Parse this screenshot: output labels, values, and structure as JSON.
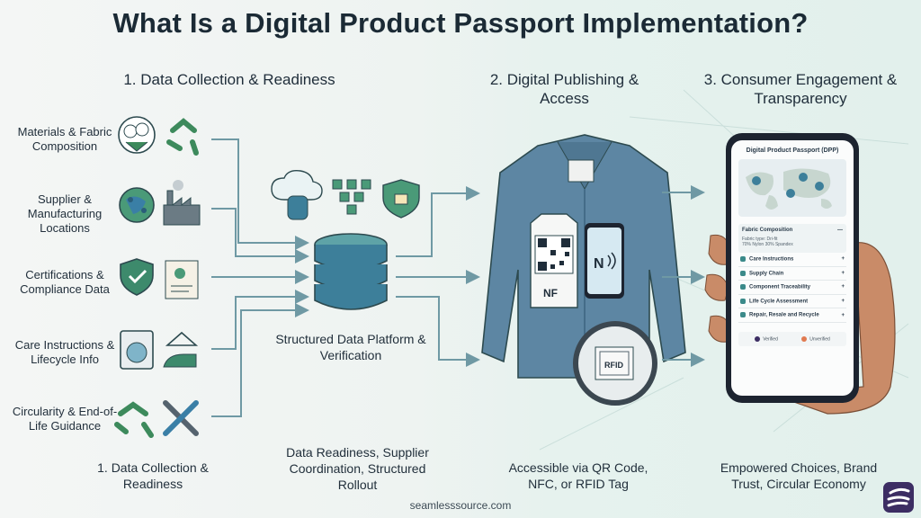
{
  "title": "What Is a Digital Product Passport Implementation?",
  "stage1": {
    "heading": "1. Data Collection & Readiness",
    "inputs": [
      {
        "label": "Materials & Fabric Composition",
        "icon1": "cotton-icon",
        "icon2": "recycle-icon"
      },
      {
        "label": "Supplier & Manufacturing Locations",
        "icon1": "globe-pins-icon",
        "icon2": "factory-icon"
      },
      {
        "label": "Certifications & Compliance Data",
        "icon1": "shield-check-icon",
        "icon2": "certificate-icon"
      },
      {
        "label": "Care Instructions & Lifecycle Info",
        "icon1": "washing-machine-icon",
        "icon2": "hanger-iron-icon"
      },
      {
        "label": "Circularity & End-of-Life Guidance",
        "icon1": "recycle-icon",
        "icon2": "tools-icon"
      }
    ],
    "caption": "1. Data Collection & Readiness"
  },
  "platform": {
    "label": "Structured Data Platform & Verification",
    "caption": "Data Readiness, Supplier Coordination, Structured Rollout"
  },
  "stage2": {
    "heading": "2. Digital Publishing & Access",
    "caption": "Accessible via QR Code, NFC, or RFID Tag",
    "nfc": "NF",
    "rfid": "RFID"
  },
  "stage3": {
    "heading": "3. Consumer Engagement & Transparency",
    "caption": "Empowered Choices, Brand Trust, Circular Economy"
  },
  "phone": {
    "title": "Digital Product Passport (DPP)",
    "fabric": {
      "label": "Fabric Composition",
      "toggle": "—",
      "detail1": "Fabric type: Dri-fit",
      "detail2": "70% Nylon 30% Spandex"
    },
    "rows": [
      "Care Instructions",
      "Supply Chain",
      "Component Traceability",
      "Life Cycle Assessment",
      "Repair, Resale and Recycle"
    ],
    "plus": "+",
    "legend": {
      "verified": "Verified",
      "unverified": "Unverified"
    }
  },
  "colors": {
    "accent": "#2f7f7d",
    "arrow": "#6f99a4",
    "verified": "#3c2d63",
    "unverified": "#e07a50"
  },
  "footer": "seamlesssource.com"
}
